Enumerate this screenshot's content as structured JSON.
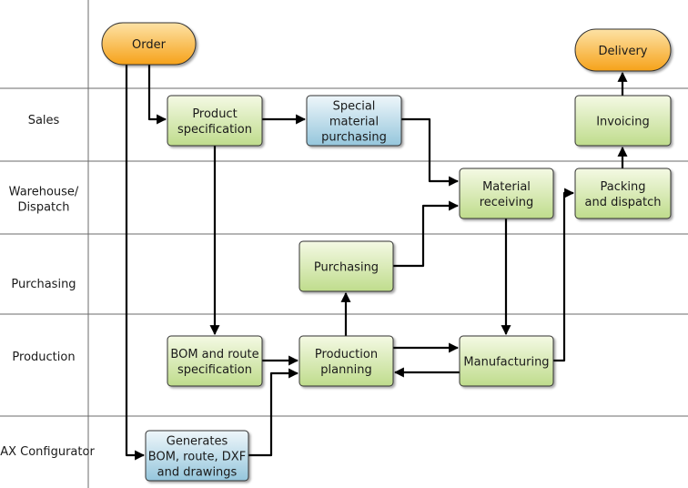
{
  "lanes": [
    {
      "id": "top",
      "label": []
    },
    {
      "id": "sales",
      "label": [
        "Sales"
      ]
    },
    {
      "id": "warehouse",
      "label": [
        "Warehouse/",
        "Dispatch"
      ]
    },
    {
      "id": "purchasing",
      "label": [
        "Purchasing"
      ]
    },
    {
      "id": "production",
      "label": [
        "Production"
      ]
    },
    {
      "id": "ax",
      "label": [
        "AX Configurator"
      ]
    }
  ],
  "nodes": {
    "order": {
      "label": [
        "Order"
      ],
      "style": "terminal"
    },
    "delivery": {
      "label": [
        "Delivery"
      ],
      "style": "terminal"
    },
    "product_spec": {
      "label": [
        "Product",
        "specification"
      ],
      "style": "process"
    },
    "special_purchasing": {
      "label": [
        "Special",
        "material",
        "purchasing"
      ],
      "style": "system"
    },
    "invoicing": {
      "label": [
        "Invoicing"
      ],
      "style": "process"
    },
    "material_receiving": {
      "label": [
        "Material",
        "receiving"
      ],
      "style": "process"
    },
    "packing": {
      "label": [
        "Packing",
        "and dispatch"
      ],
      "style": "process"
    },
    "purchasing": {
      "label": [
        "Purchasing"
      ],
      "style": "process"
    },
    "bom_spec": {
      "label": [
        "BOM and route",
        "specification"
      ],
      "style": "process"
    },
    "prod_planning": {
      "label": [
        "Production",
        "planning"
      ],
      "style": "process"
    },
    "manufacturing": {
      "label": [
        "Manufacturing"
      ],
      "style": "process"
    },
    "generates": {
      "label": [
        "Generates",
        "BOM, route, DXF",
        "and drawings"
      ],
      "style": "system"
    }
  },
  "edges": [
    {
      "from": "order",
      "to": "product_spec"
    },
    {
      "from": "order",
      "to": "generates"
    },
    {
      "from": "product_spec",
      "to": "special_purchasing"
    },
    {
      "from": "product_spec",
      "to": "bom_spec"
    },
    {
      "from": "special_purchasing",
      "to": "material_receiving"
    },
    {
      "from": "purchasing",
      "to": "material_receiving"
    },
    {
      "from": "material_receiving",
      "to": "manufacturing"
    },
    {
      "from": "bom_spec",
      "to": "prod_planning"
    },
    {
      "from": "generates",
      "to": "prod_planning"
    },
    {
      "from": "prod_planning",
      "to": "purchasing"
    },
    {
      "from": "prod_planning",
      "to": "manufacturing"
    },
    {
      "from": "manufacturing",
      "to": "prod_planning"
    },
    {
      "from": "manufacturing",
      "to": "packing"
    },
    {
      "from": "packing",
      "to": "invoicing"
    },
    {
      "from": "invoicing",
      "to": "delivery"
    }
  ],
  "colors": {
    "process_top": "#f4f9e4",
    "process_bottom": "#bfdc8c",
    "system_top": "#eef6fa",
    "system_bottom": "#95c6dc",
    "terminal_top": "#fde2a6",
    "terminal_bottom": "#f6a21a",
    "stroke": "#333333",
    "lane_line": "#6b6b6b"
  }
}
